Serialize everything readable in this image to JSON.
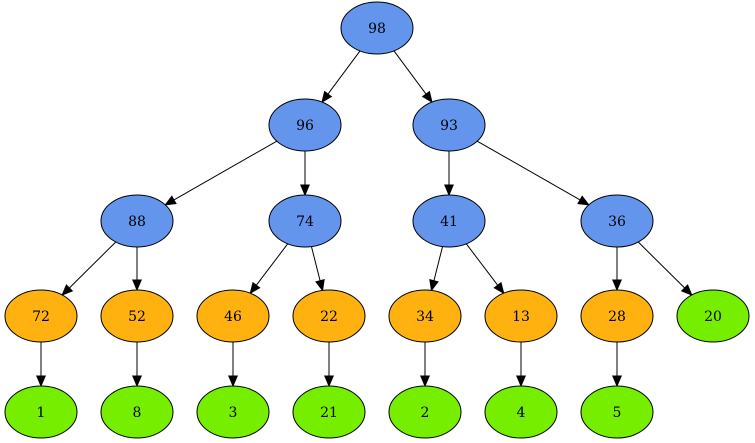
{
  "colors": {
    "blue": "#6495ed",
    "orange": "#ffb20f",
    "green": "#76ee00",
    "stroke": "#000000",
    "background": "#ffffff"
  },
  "nodes": [
    {
      "id": "n98",
      "label": "98",
      "color": "blue"
    },
    {
      "id": "n96",
      "label": "96",
      "color": "blue"
    },
    {
      "id": "n93",
      "label": "93",
      "color": "blue"
    },
    {
      "id": "n88",
      "label": "88",
      "color": "blue"
    },
    {
      "id": "n74",
      "label": "74",
      "color": "blue"
    },
    {
      "id": "n41",
      "label": "41",
      "color": "blue"
    },
    {
      "id": "n36",
      "label": "36",
      "color": "blue"
    },
    {
      "id": "n72",
      "label": "72",
      "color": "orange"
    },
    {
      "id": "n52",
      "label": "52",
      "color": "orange"
    },
    {
      "id": "n46",
      "label": "46",
      "color": "orange"
    },
    {
      "id": "n22",
      "label": "22",
      "color": "orange"
    },
    {
      "id": "n34",
      "label": "34",
      "color": "orange"
    },
    {
      "id": "n13",
      "label": "13",
      "color": "orange"
    },
    {
      "id": "n28",
      "label": "28",
      "color": "orange"
    },
    {
      "id": "n20",
      "label": "20",
      "color": "green"
    },
    {
      "id": "n1",
      "label": "1",
      "color": "green"
    },
    {
      "id": "n8",
      "label": "8",
      "color": "green"
    },
    {
      "id": "n3",
      "label": "3",
      "color": "green"
    },
    {
      "id": "n21",
      "label": "21",
      "color": "green"
    },
    {
      "id": "n2",
      "label": "2",
      "color": "green"
    },
    {
      "id": "n4",
      "label": "4",
      "color": "green"
    },
    {
      "id": "n5",
      "label": "5",
      "color": "green"
    }
  ],
  "edges": [
    [
      "n98",
      "n96"
    ],
    [
      "n98",
      "n93"
    ],
    [
      "n96",
      "n88"
    ],
    [
      "n96",
      "n74"
    ],
    [
      "n93",
      "n41"
    ],
    [
      "n93",
      "n36"
    ],
    [
      "n88",
      "n72"
    ],
    [
      "n88",
      "n52"
    ],
    [
      "n74",
      "n46"
    ],
    [
      "n74",
      "n22"
    ],
    [
      "n41",
      "n34"
    ],
    [
      "n41",
      "n13"
    ],
    [
      "n36",
      "n28"
    ],
    [
      "n36",
      "n20"
    ],
    [
      "n72",
      "n1"
    ],
    [
      "n52",
      "n8"
    ],
    [
      "n46",
      "n3"
    ],
    [
      "n22",
      "n21"
    ],
    [
      "n34",
      "n2"
    ],
    [
      "n13",
      "n4"
    ],
    [
      "n28",
      "n5"
    ]
  ]
}
